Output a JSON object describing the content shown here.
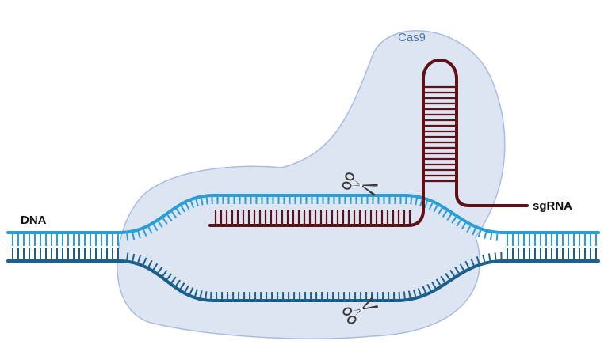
{
  "labels": {
    "dna": "DNA",
    "sgrna": "sgRNA",
    "cas9": "Cas9"
  },
  "colors": {
    "cas9_fill": "#dde5f2",
    "cas9_stroke": "#a9bde0",
    "dna_top": "#2a9fd6",
    "dna_bottom": "#1b5f8c",
    "sgrna": "#5e1116",
    "scissors": "#3a3a3a"
  },
  "icons": [
    "scissors-icon",
    "scissors-icon"
  ]
}
